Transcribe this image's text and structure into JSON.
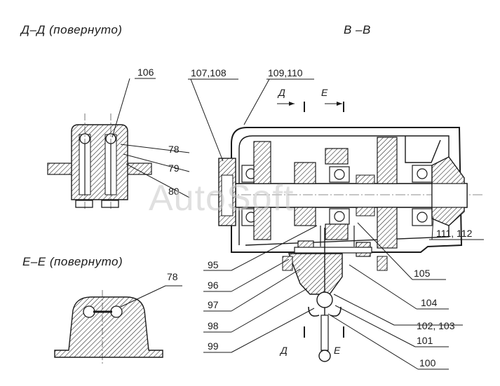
{
  "titles": {
    "section_d": "Д–Д (повернуто)",
    "section_b": "В –В",
    "section_e": "Е–Е (повернуто)"
  },
  "cut_markers": {
    "d_top": "Д",
    "e_top": "Е",
    "d_bottom": "Д",
    "e_bottom": "Е"
  },
  "callouts": {
    "c106": "106",
    "c107_108": "107,108",
    "c109_110": "109,110",
    "c78_top": "78",
    "c79": "79",
    "c80": "80",
    "c78_bottom": "78",
    "c111_112": "111, 112",
    "c105": "105",
    "c104": "104",
    "c102_103": "102, 103",
    "c101": "101",
    "c100": "100",
    "c95": "95",
    "c96": "96",
    "c97": "97",
    "c98": "98",
    "c99": "99"
  },
  "watermark": "AutoSoft"
}
